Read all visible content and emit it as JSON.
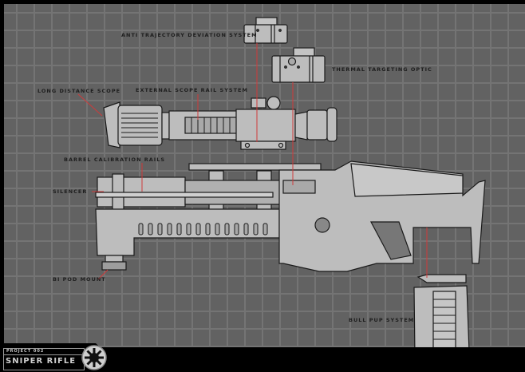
{
  "title_block": {
    "project": "PROJECT 002",
    "title": "SNIPER RIFLE",
    "emblem": "cog-emblem-icon"
  },
  "callouts": [
    {
      "id": "anti-trajectory",
      "text": "ANTI TRAJECTORY DEVIATION SYSTEM"
    },
    {
      "id": "thermal-optic",
      "text": "THERMAL TARGETING OPTIC"
    },
    {
      "id": "long-scope",
      "text": "LONG DISTANCE SCOPE"
    },
    {
      "id": "scope-rail",
      "text": "EXTERNAL SCOPE RAIL SYSTEM"
    },
    {
      "id": "barrel-rails",
      "text": "BARREL CALIBRATION RAILS"
    },
    {
      "id": "silencer",
      "text": "SILENCER"
    },
    {
      "id": "bipod",
      "text": "BI POD MOUNT"
    },
    {
      "id": "bullpup",
      "text": "BULL PUP SYSTEM"
    }
  ],
  "colors": {
    "background": "#626262",
    "grid": "#747474",
    "part_fill": "#bdbdbd",
    "outline": "#1a1a1a",
    "leader_line": "#d03a3a"
  }
}
